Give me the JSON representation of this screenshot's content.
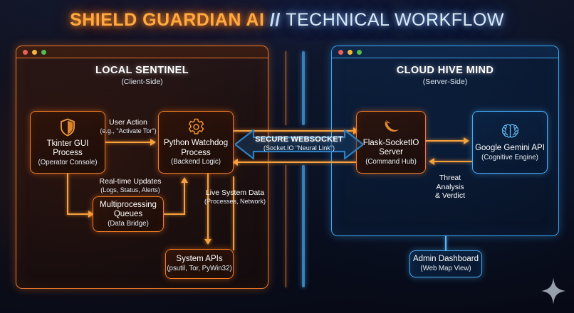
{
  "title": {
    "main": "SHIELD GUARDIAN AI",
    "separator": "//",
    "secondary": "TECHNICAL WORKFLOW"
  },
  "panels": {
    "left": {
      "title": "LOCAL SENTINEL",
      "subtitle": "(Client-Side)",
      "accent": "#e8762b"
    },
    "right": {
      "title": "CLOUD HIVE MIND",
      "subtitle": "(Server-Side)",
      "accent": "#3da6ef"
    }
  },
  "nodes": {
    "tkinter": {
      "icon": "shield-icon",
      "name": "Tkinter GUI\nProcess",
      "line1": "Tkinter GUI",
      "line2": "Process",
      "sub": "(Operator Console)"
    },
    "watchdog": {
      "icon": "gear-icon",
      "line1": "Python Watchdog",
      "line2": "Process",
      "sub": "(Backend Logic)"
    },
    "queues": {
      "line1": "Multiprocessing",
      "line2": "Queues",
      "sub": "(Data Bridge)"
    },
    "sysapi": {
      "line1": "System APIs",
      "sub": "(psutil, Tor, PyWin32)"
    },
    "flask": {
      "icon": "flask-icon",
      "line1": "Flask-SocketIO",
      "line2": "Server",
      "sub": "(Command Hub)"
    },
    "gemini": {
      "icon": "brain-icon",
      "line1": "Google Gemini API",
      "sub": "(Cognitive Engine)"
    },
    "admin": {
      "line1": "Admin Dashboard",
      "sub": "(Web Map View)"
    }
  },
  "edges": {
    "user_action": {
      "line1": "User Action",
      "line2": "(e.g., \"Activate Tor\")"
    },
    "realtime_updates": {
      "line1": "Real-time Updates",
      "line2": "(Logs, Status, Alerts)"
    },
    "live_system_data": {
      "line1": "Live System Data",
      "line2": "(Processes, Network)"
    },
    "threat_verdict": {
      "line1": "Threat",
      "line2": "Analysis",
      "line3": "& Verdict"
    }
  },
  "websocket": {
    "label": "SECURE WEBSOCKET",
    "sublabel": "(Socket.IO \"Neural Link\")",
    "color": "#2f7fc0"
  },
  "decor": {
    "sparkle": "sparkle-icon"
  }
}
